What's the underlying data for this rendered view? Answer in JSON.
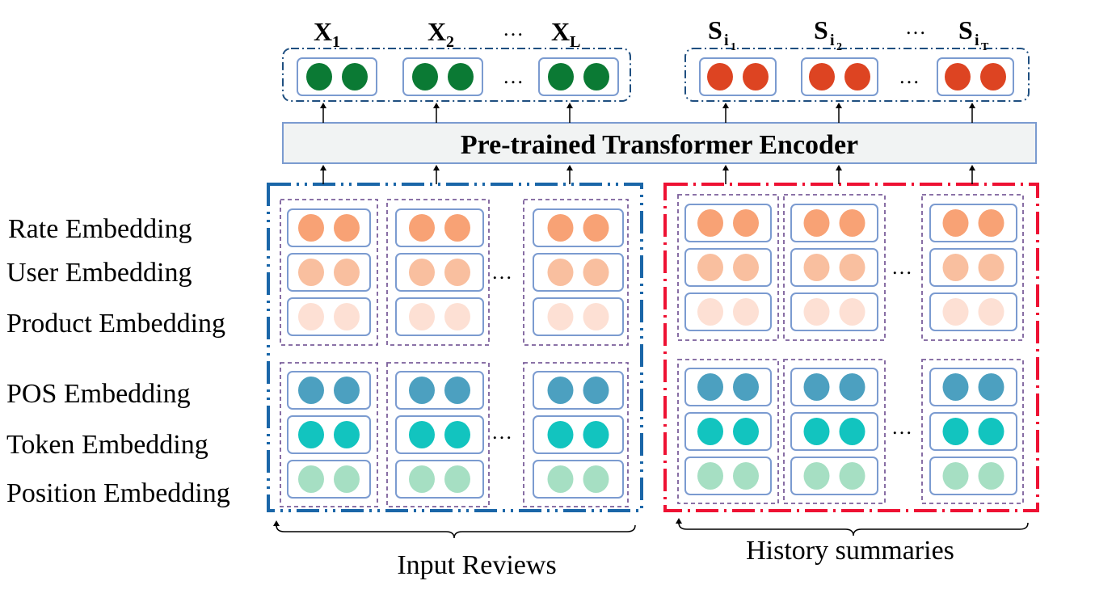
{
  "outputs": {
    "left": {
      "labels": [
        {
          "base": "X",
          "sub": "1"
        },
        {
          "base": "X",
          "sub": "2"
        },
        {
          "base": "X",
          "sub": "L"
        }
      ],
      "ellipsis": "…"
    },
    "right": {
      "labels": [
        {
          "base": "S",
          "sub": "i",
          "subsub": "1"
        },
        {
          "base": "S",
          "sub": "i",
          "subsub": "2"
        },
        {
          "base": "S",
          "sub": "i",
          "subsub": "T"
        }
      ],
      "ellipsis": "…"
    }
  },
  "encoder": {
    "label": "Pre-trained Transformer Encoder"
  },
  "embeddings": {
    "group1": [
      "Rate Embedding",
      "User Embedding",
      "Product Embedding"
    ],
    "group2": [
      "POS Embedding",
      "Token Embedding",
      "Position Embedding"
    ]
  },
  "captions": {
    "left": "Input Reviews",
    "right": "History summaries"
  },
  "ellipsis": "…",
  "colors": {
    "output_green": "#0b7a34",
    "output_red": "#dd4422",
    "rate": "#f8a275",
    "user": "#f9bf9f",
    "product": "#fde0d4",
    "pos": "#4ca0c0",
    "token": "#12c4bf",
    "position": "#a6dfc3",
    "slot_border": "#7b9bd0",
    "group_border": "#7b5e9b",
    "input_frame": "#1a66a8",
    "history_frame": "#ee1133",
    "output_frame": "#1f4f80",
    "encoder_fill": "#f1f3f3",
    "encoder_border": "#7b9bd0"
  }
}
